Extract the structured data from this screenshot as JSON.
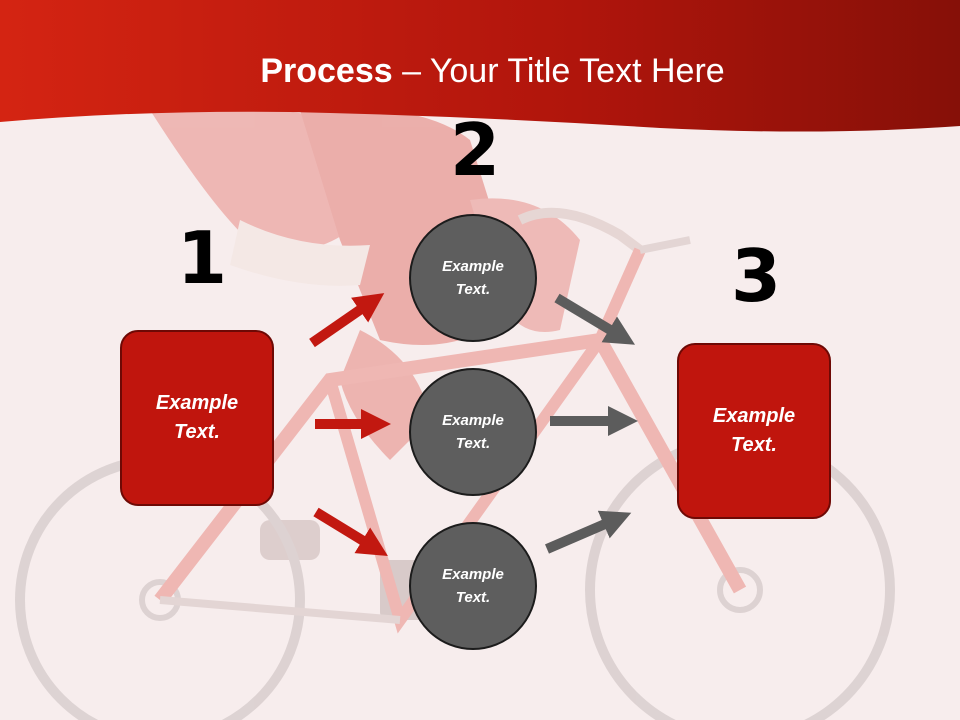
{
  "title": {
    "bold": "Process",
    "rest": " – Your Title Text Here"
  },
  "steps": {
    "one": "1",
    "two": "2",
    "three": "3"
  },
  "left_box": {
    "line1": "Example",
    "line2": "Text."
  },
  "right_box": {
    "line1": "Example",
    "line2": "Text."
  },
  "circles": [
    {
      "line1": "Example",
      "line2": "Text."
    },
    {
      "line1": "Example",
      "line2": "Text."
    },
    {
      "line1": "Example",
      "line2": "Text."
    }
  ],
  "colors": {
    "banner": "#b8160c",
    "box": "#c0150d",
    "circle": "#5e5e5e",
    "arrow_red": "#c21810",
    "arrow_gray": "#5c5c5c"
  }
}
